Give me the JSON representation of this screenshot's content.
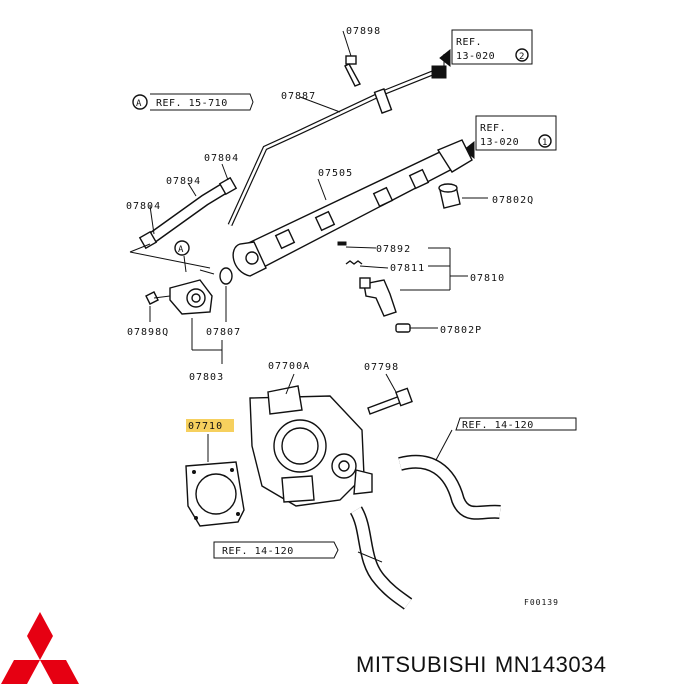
{
  "parts": {
    "p07898": "07898",
    "p07887": "07887",
    "p07804a": "07804",
    "p07894": "07894",
    "p07804b": "07804",
    "p07505": "07505",
    "p07802Q": "07802Q",
    "p07892": "07892",
    "p07811": "07811",
    "p07810": "07810",
    "p07802P": "07802P",
    "p07898Q": "07898Q",
    "p07807": "07807",
    "p07803": "07803",
    "p07700A": "07700A",
    "p07798": "07798",
    "p07710": "07710"
  },
  "refs": {
    "ref_a_letter": "A",
    "ref_15_710": "REF. 15-710",
    "ref_13_020_2_line1": "REF.",
    "ref_13_020_2_line2": "13-020",
    "ref_13_020_2_num": "2",
    "ref_13_020_1_line1": "REF.",
    "ref_13_020_1_line2": "13-020",
    "ref_13_020_1_num": "1",
    "ref_14_120_right": "REF. 14-120",
    "ref_14_120_bottom": "REF. 14-120",
    "callout_a": "A"
  },
  "figure_code": "F00139",
  "brand": {
    "maker": "MITSUBISHI",
    "part_number": "MN143034"
  },
  "colors": {
    "highlight": "#f5c842",
    "logo": "#e60012"
  },
  "highlighted_part": "07710"
}
